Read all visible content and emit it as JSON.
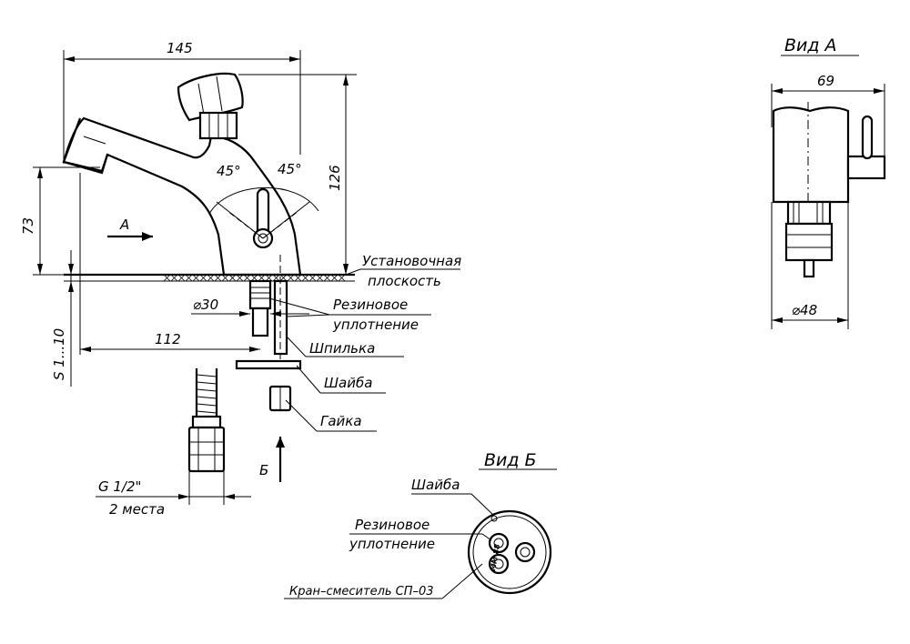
{
  "dimensions": {
    "width_145": "145",
    "height_126": "126",
    "height_73": "73",
    "angle_left": "45°",
    "angle_right": "45°",
    "diameter_30": "⌀30",
    "distance_112": "112",
    "thickness": "S 1...10",
    "thread": "G 1/2\"",
    "places": "2 места",
    "view_a_width": "69",
    "view_a_diameter": "⌀48"
  },
  "labels": {
    "mounting_plane_1": "Установочная",
    "mounting_plane_2": "плоскость",
    "rubber_seal_1": "Резиновое",
    "rubber_seal_2": "уплотнение",
    "stud": "Шпилька",
    "washer": "Шайба",
    "nut": "Гайка",
    "arrow_a": "A",
    "arrow_b": "Б",
    "view_a_title": "Вид  А",
    "view_b_title": "Вид  Б",
    "vb_washer": "Шайба",
    "vb_seal_1": "Резиновое",
    "vb_seal_2": "уплотнение",
    "vb_mixer": "Кран–смеситель  СП–03",
    "stamp": "ММ 88"
  }
}
